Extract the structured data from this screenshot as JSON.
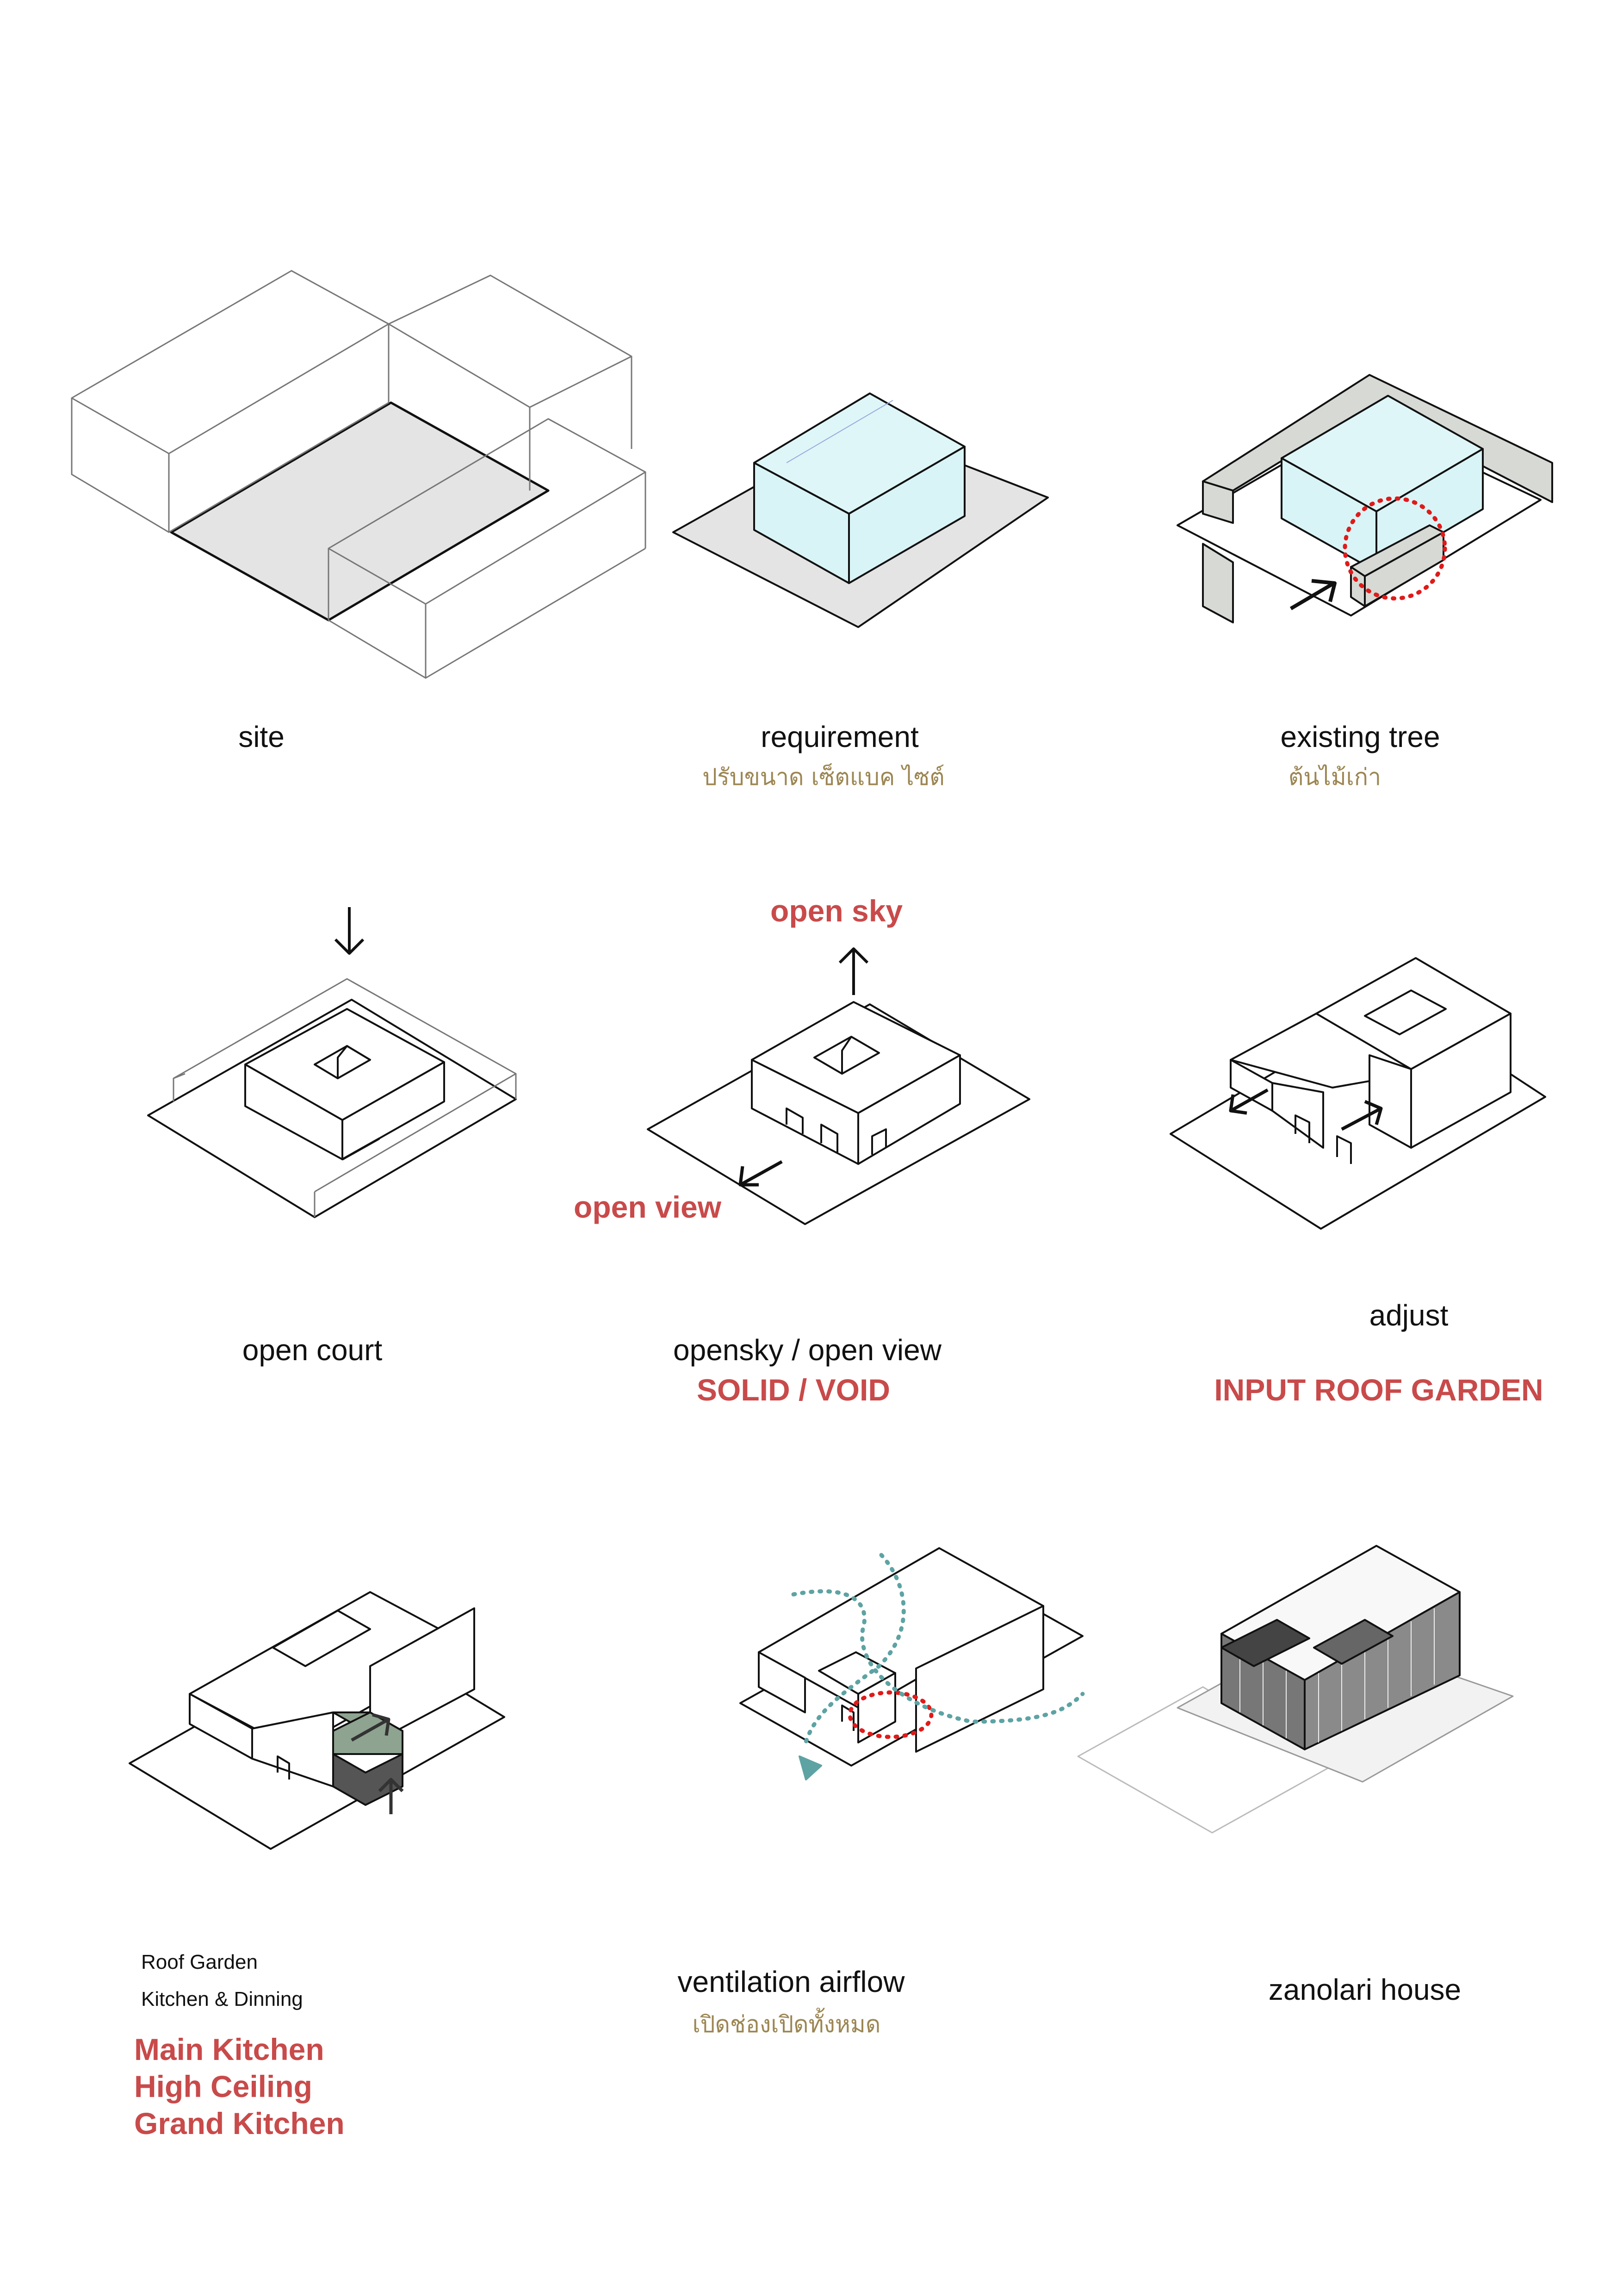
{
  "colors": {
    "red": "#c94a4a",
    "thai": "#9c8652",
    "glass": "#d9f4f6",
    "ground": "#e4e4e4",
    "wall": "#d6d9d4",
    "green": "#8ea390",
    "teal": "#5ea3a3"
  },
  "panels": {
    "site": {
      "caption": "site"
    },
    "requirement": {
      "caption": "requirement",
      "thai": "ปรับขนาด เซ็ตแบค ไซต์"
    },
    "existing_tree": {
      "caption": "existing tree",
      "thai": "ต้นไม้เก่า"
    },
    "open_court": {
      "caption": "open court"
    },
    "opensky": {
      "label_sky": "open sky",
      "label_view": "open view",
      "caption": "opensky / open view",
      "subtitle": "SOLID / VOID"
    },
    "adjust": {
      "caption": "adjust",
      "subtitle": "INPUT ROOF GARDEN"
    },
    "kitchen": {
      "line1": "Roof Garden",
      "line2": "Kitchen & Dinning",
      "bold1": "Main Kitchen",
      "bold2": "High Ceiling",
      "bold3": "Grand Kitchen"
    },
    "ventilation": {
      "caption": "ventilation airflow",
      "thai": "เปิดช่องเปิดทั้งหมด"
    },
    "zanolari": {
      "caption": "zanolari house"
    }
  }
}
